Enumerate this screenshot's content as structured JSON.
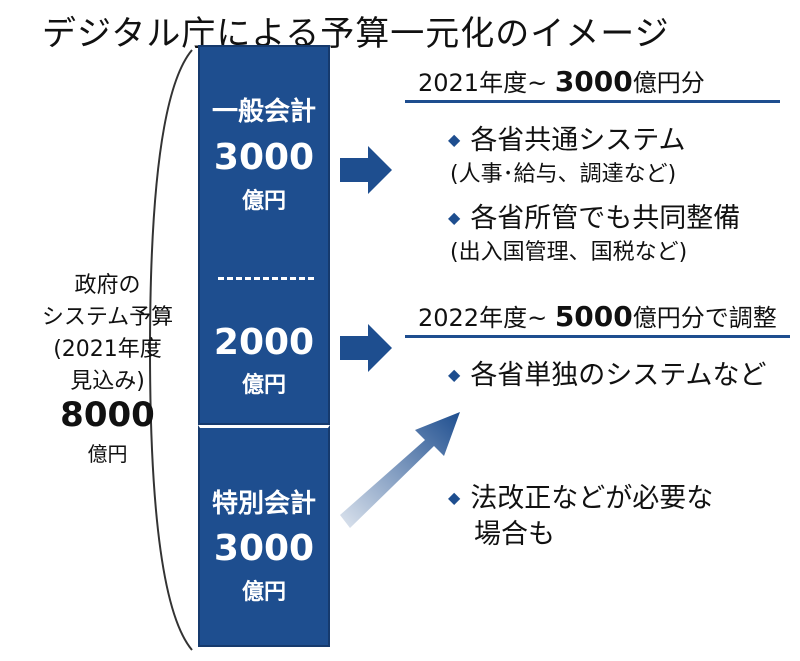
{
  "title": "デジタル庁による予算一元化のイメージ",
  "left": {
    "line1": "政府の",
    "line2": "システム予算",
    "line3": "(2021年度",
    "line4": "見込み)",
    "total": "8000",
    "unit": "億円"
  },
  "bar_top": {
    "label": "一般会計",
    "upper_value": "3000",
    "upper_unit": "億円",
    "lower_value": "2000",
    "lower_unit": "億円"
  },
  "bar_bottom": {
    "label": "特別会計",
    "value": "3000",
    "unit": "億円"
  },
  "section1": {
    "heading_prefix": "2021年度~ ",
    "heading_amount": "3000",
    "heading_suffix": "億円分",
    "items": [
      {
        "main": "各省共通システム",
        "sub": "(人事･給与、調達など)"
      },
      {
        "main": "各省所管でも共同整備",
        "sub": "(出入国管理、国税など)"
      }
    ]
  },
  "section2": {
    "heading_prefix": "2022年度~ ",
    "heading_amount": "5000",
    "heading_suffix": "億円分で調整",
    "items": [
      {
        "main": "各省単独のシステムなど"
      }
    ]
  },
  "note": {
    "line1": "法改正などが必要な",
    "line2": "場合も"
  },
  "colors": {
    "bar": "#1e4e8f",
    "accent": "#1e4e8f"
  }
}
